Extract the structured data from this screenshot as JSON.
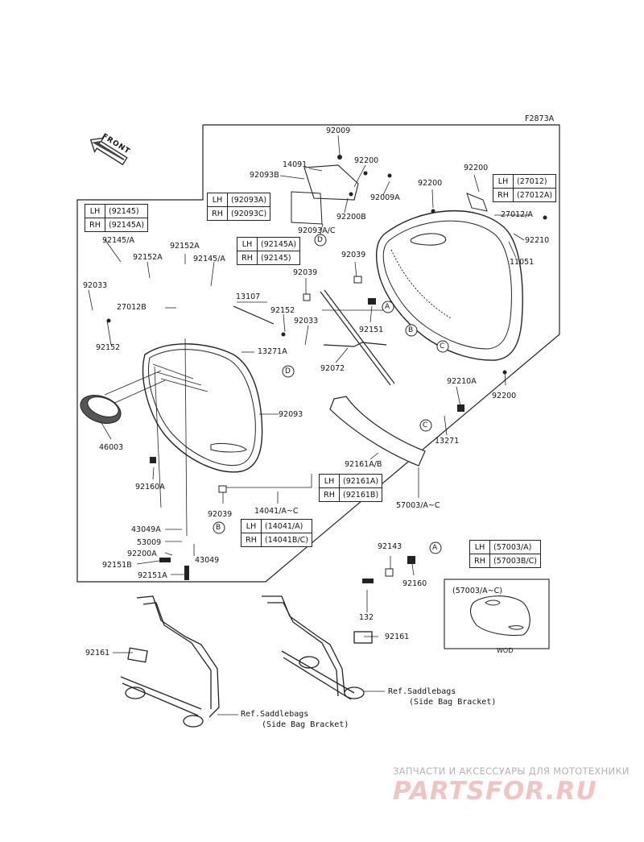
{
  "figure_code": "F2873A",
  "front_label": "FRONT",
  "part_labels": {
    "p92009": "92009",
    "p14091": "14091",
    "p92093B": "92093B",
    "p92200_top": "92200",
    "p92009A": "92009A",
    "p92200B": "92200B",
    "p92093AC": "92093A/C",
    "p92200_mid": "92200",
    "p92200_right": "92200",
    "p27012A": "27012/A",
    "p92210": "92210",
    "p11051": "11051",
    "p92145A_top": "92145/A",
    "p92152A_1": "92152A",
    "p92152A_2": "92152A",
    "p92145A_2": "92145/A",
    "p92039_top": "92039",
    "p92039_2": "92039",
    "p92033_left": "92033",
    "p13107": "13107",
    "p27012B": "27012B",
    "p92152_mid": "92152",
    "p92033_mid": "92033",
    "p92152_left": "92152",
    "p13271A": "13271A",
    "p92151": "92151",
    "p92072": "92072",
    "p92200_bot": "92200",
    "p92210A": "92210A",
    "p92093": "92093",
    "p46003": "46003",
    "p13271": "13271",
    "p92161AB": "92161A/B",
    "p92160A": "92160A",
    "p92039_bot": "92039",
    "p14041": "14041/A~C",
    "p57003": "57003/A~C",
    "p43049A": "43049A",
    "p53009": "53009",
    "p92200A": "92200A",
    "p92151B": "92151B",
    "p43049": "43049",
    "p92151A": "92151A",
    "p92143": "92143",
    "p92160": "92160",
    "p132": "132",
    "p92161_left": "92161",
    "p92161_right": "92161"
  },
  "callouts": {
    "D_top": "D",
    "A_mid": "A",
    "B_mid": "B",
    "C_mid": "C",
    "D_mid": "D",
    "C_low": "C",
    "B_low": "B",
    "A_low": "A"
  },
  "tables": {
    "t92093": [
      [
        "LH",
        "(92093A)"
      ],
      [
        "RH",
        "(92093C)"
      ]
    ],
    "t92145_left": [
      [
        "LH",
        "(92145)"
      ],
      [
        "RH",
        "(92145A)"
      ]
    ],
    "t92145_mid": [
      [
        "LH",
        "(92145A)"
      ],
      [
        "RH",
        "(92145)"
      ]
    ],
    "t27012": [
      [
        "LH",
        "(27012)"
      ],
      [
        "RH",
        "(27012A)"
      ]
    ],
    "t92161": [
      [
        "LH",
        "(92161A)"
      ],
      [
        "RH",
        "(92161B)"
      ]
    ],
    "t14041": [
      [
        "LH",
        "(14041/A)"
      ],
      [
        "RH",
        "(14041B/C)"
      ]
    ],
    "t57003": [
      [
        "LH",
        "(57003/A)"
      ],
      [
        "RH",
        "(57003B/C)"
      ]
    ]
  },
  "inset": {
    "title": "(57003/A~C)",
    "caption": "WOD"
  },
  "references": {
    "left_line1": "Ref.Saddlebags",
    "left_line2": "(Side Bag Bracket)",
    "right_line1": "Ref.Saddlebags",
    "right_line2": "(Side Bag Bracket)"
  },
  "watermark": {
    "top": "ЗАПЧАСТИ И АКСЕССУАРЫ ДЛЯ МОТОТЕХНИКИ",
    "logo": "PARTSFOR.RU"
  }
}
